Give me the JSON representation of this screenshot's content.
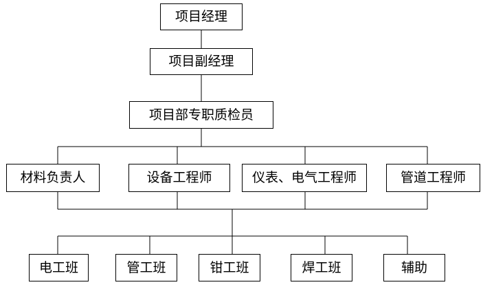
{
  "org_chart": {
    "manager": "项目经理",
    "deputy_manager": "项目副经理",
    "quality_inspector": "项目部专职质检员",
    "managers": [
      "材料负责人",
      "设备工程师",
      "仪表、电气工程师",
      "管道工程师"
    ],
    "teams": [
      "电工班",
      "管工班",
      "钳工班",
      "焊工班",
      "辅助"
    ]
  },
  "colors": {
    "line": "#000000",
    "box_border": "#000000",
    "background": "#ffffff"
  }
}
